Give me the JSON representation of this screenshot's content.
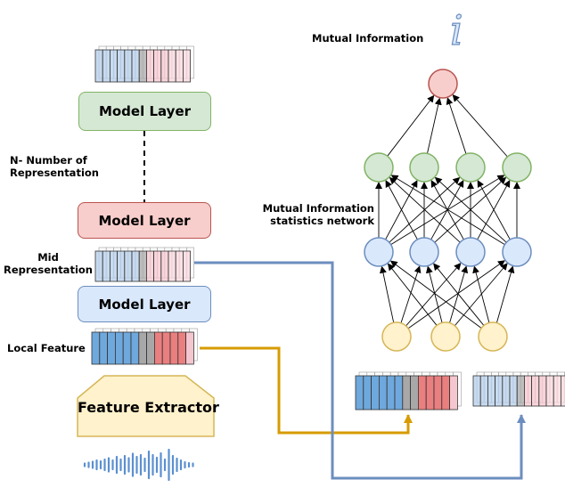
{
  "labels": {
    "model_layer_top": "Model Layer",
    "model_layer_mid": "Model Layer",
    "model_layer_bottom": "Model Layer",
    "n_number_line1": "N- Number of",
    "n_number_line2": "Representation",
    "mid_rep_line1": "Mid",
    "mid_rep_line2": "Representation",
    "local_feature": "Local Feature",
    "feature_extractor": "Feature Extractor",
    "mutual_information": "Mutual Information",
    "mi_stats_line1": "Mutual Information",
    "mi_stats_line2": "statistics network",
    "mi_symbol": "i"
  },
  "colors": {
    "green_fill": "#d5e8d4",
    "green_stroke": "#82b366",
    "red_fill": "#f8cecc",
    "red_stroke": "#b85450",
    "blue_fill": "#dae8fc",
    "blue_stroke": "#6c8ebf",
    "yellow_fill": "#fff2cc",
    "yellow_stroke": "#d6b656",
    "arrow_blue": "#6c8ebf",
    "arrow_gold": "#d79b00"
  },
  "network": {
    "layers": [
      "input",
      "hidden-1",
      "hidden-2",
      "output"
    ],
    "node_counts": [
      3,
      4,
      4,
      1
    ]
  }
}
